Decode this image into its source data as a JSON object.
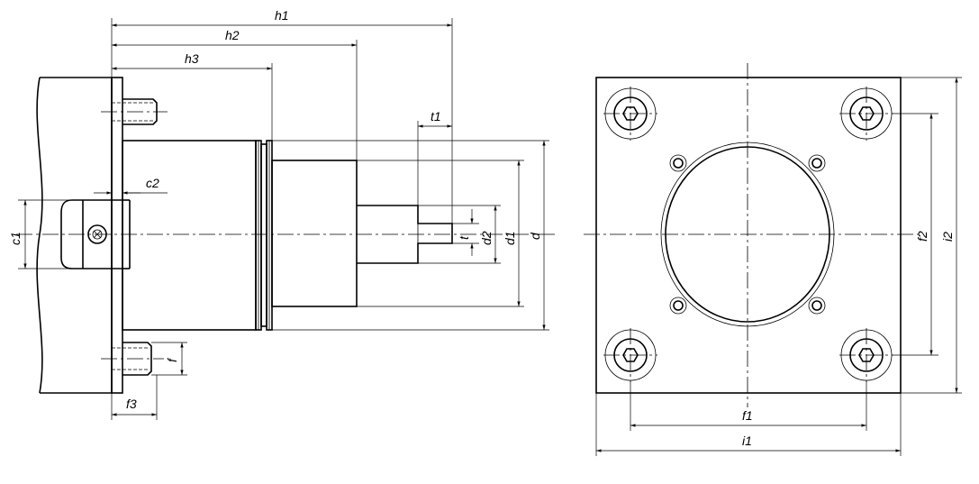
{
  "labels": {
    "h1": "h1",
    "h2": "h2",
    "h3": "h3",
    "t1": "t1",
    "c2": "c2",
    "c1": "c1",
    "t": "t",
    "d2": "d2",
    "d1": "d1",
    "d": "d",
    "f": "f",
    "f3": "f3",
    "f2": "f2",
    "i2": "i2",
    "f1": "f1",
    "i1": "i1"
  }
}
